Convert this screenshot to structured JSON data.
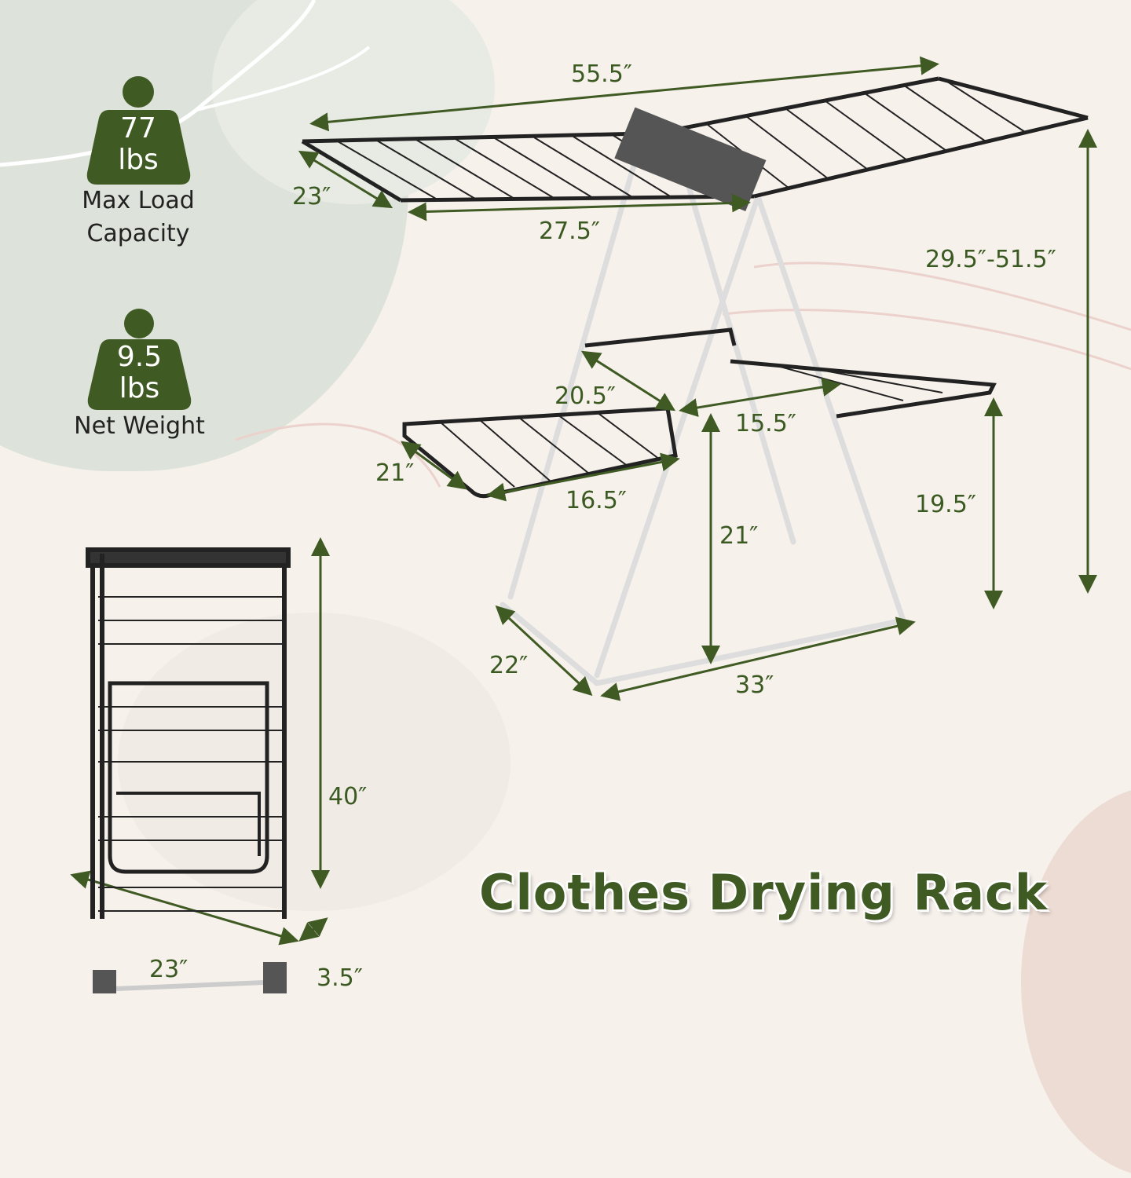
{
  "badges": [
    {
      "value": "77",
      "unit": "lbs",
      "label_line1": "Max Load",
      "label_line2": "Capacity"
    },
    {
      "value": "9.5",
      "unit": "lbs",
      "label_line1": "Net Weight",
      "label_line2": ""
    }
  ],
  "title": "Clothes Drying Rack",
  "colors": {
    "accent": "#3f5a23",
    "background": "#f7f1ec",
    "frame": "#222222",
    "leg": "#d8d8d8"
  },
  "dimensions": {
    "top_width": "55.5″",
    "wing_depth": "23″",
    "center_width": "27.5″",
    "height_range": "29.5″-51.5″",
    "inner_shelf_depth": "20.5″",
    "inner_shelf_width": "15.5″",
    "lower_wing_depth": "21″",
    "lower_wing_width": "16.5″",
    "lower_wing_height": "19.5″",
    "shelf_height": "21″",
    "base_depth": "22″",
    "base_width": "33″",
    "folded_height": "40″",
    "folded_width": "23″",
    "folded_thickness": "3.5″"
  }
}
